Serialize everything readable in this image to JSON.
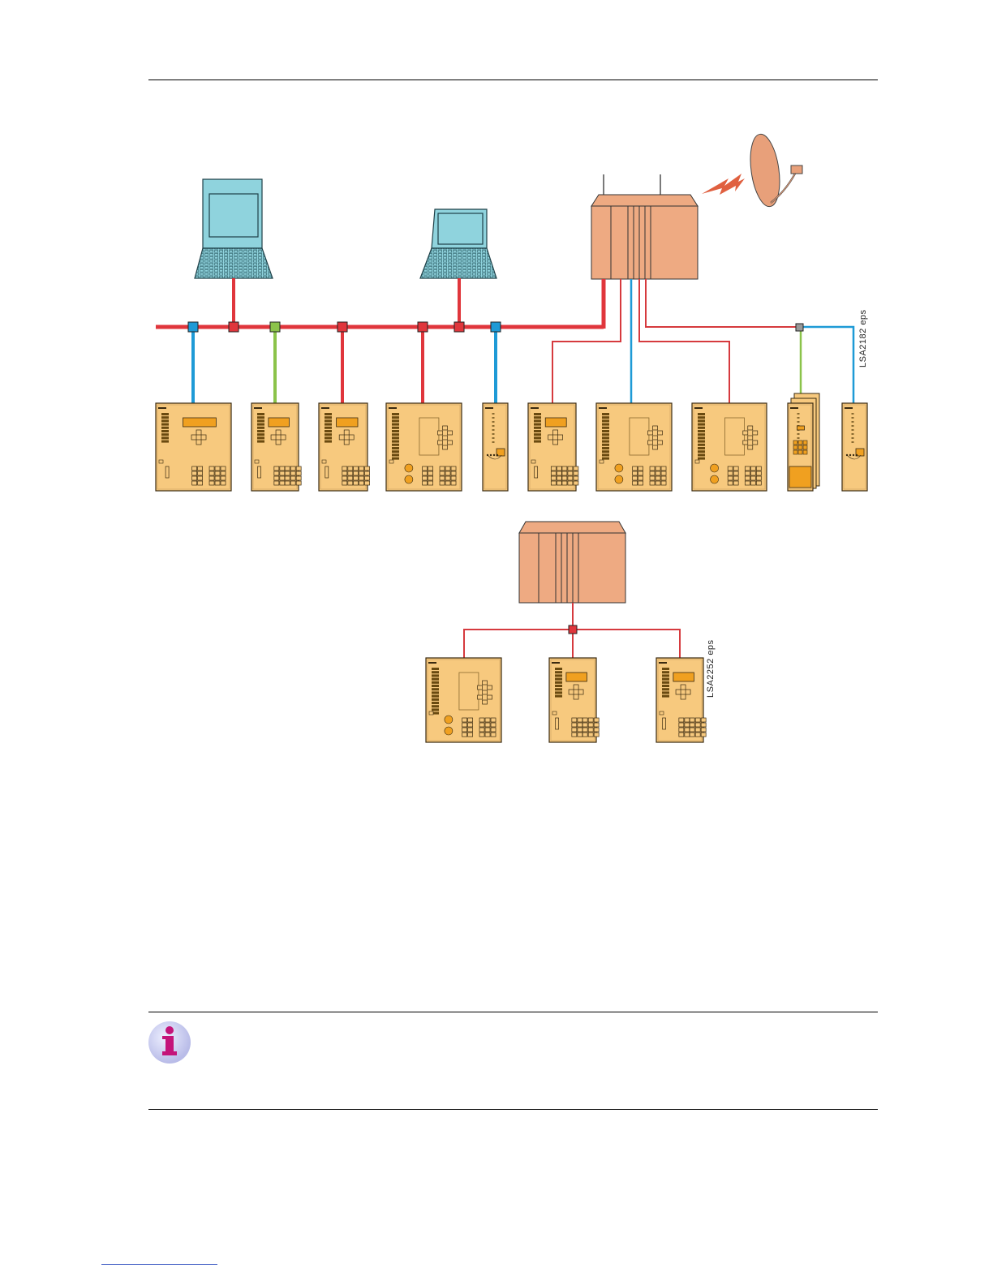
{
  "figure_1": {
    "label": "LSA2182 eps",
    "colors": {
      "bus": "#e0363c",
      "fiber": "#1e9ad6",
      "electrical_alt": "#8bc34a",
      "device_face": "#f7c97e",
      "cabinet": "#eeaa82",
      "computer": "#8fd3dd"
    },
    "icons": [
      "desktop-computer-icon",
      "laptop-computer-icon",
      "substation-controller-icon",
      "satellite-dish-icon",
      "radio-link-icon",
      "protection-relay-icon"
    ],
    "device_count": 10
  },
  "figure_2": {
    "label": "LSA2252 eps",
    "device_count": 3
  },
  "note": {
    "icon": "info-icon",
    "icon_glyph": "i"
  }
}
